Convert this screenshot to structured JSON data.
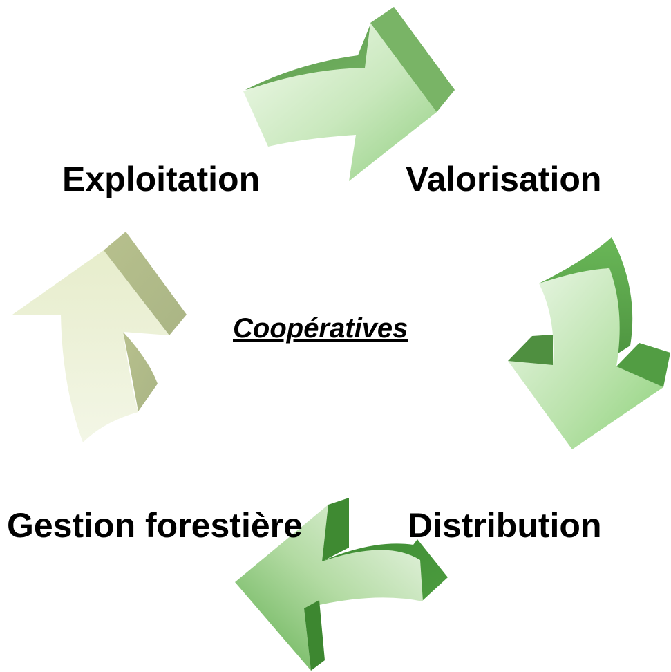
{
  "diagram": {
    "center": {
      "label": "Coopératives"
    },
    "stages": [
      {
        "id": "exploitation",
        "label": "Exploitation"
      },
      {
        "id": "valorisation",
        "label": "Valorisation"
      },
      {
        "id": "distribution",
        "label": "Distribution"
      },
      {
        "id": "gestion",
        "label": "Gestion forestière"
      }
    ]
  },
  "colors": {
    "arrow_top": "#7cb86a",
    "arrow_right": "#5fa84c",
    "arrow_bottom": "#4a9a3c",
    "arrow_left": "#c3cfa2"
  }
}
